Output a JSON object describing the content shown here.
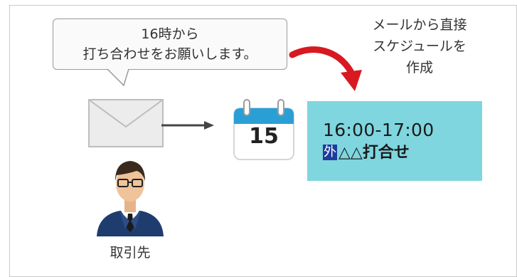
{
  "bubble": {
    "line1": "16時から",
    "line2": "打ち合わせをお願いします。"
  },
  "note": {
    "line1": "メールから直接",
    "line2": "スケジュールを",
    "line3": "作成"
  },
  "calendar": {
    "day": "15"
  },
  "event": {
    "time": "16:00-17:00",
    "badge": "外",
    "title": "△△打合せ"
  },
  "person": {
    "label": "取引先"
  },
  "colors": {
    "event_bg": "#7fd6df",
    "curve_arrow": "#d81921",
    "calendar_header": "#2a9fd6",
    "badge": "#1f3c9c"
  }
}
